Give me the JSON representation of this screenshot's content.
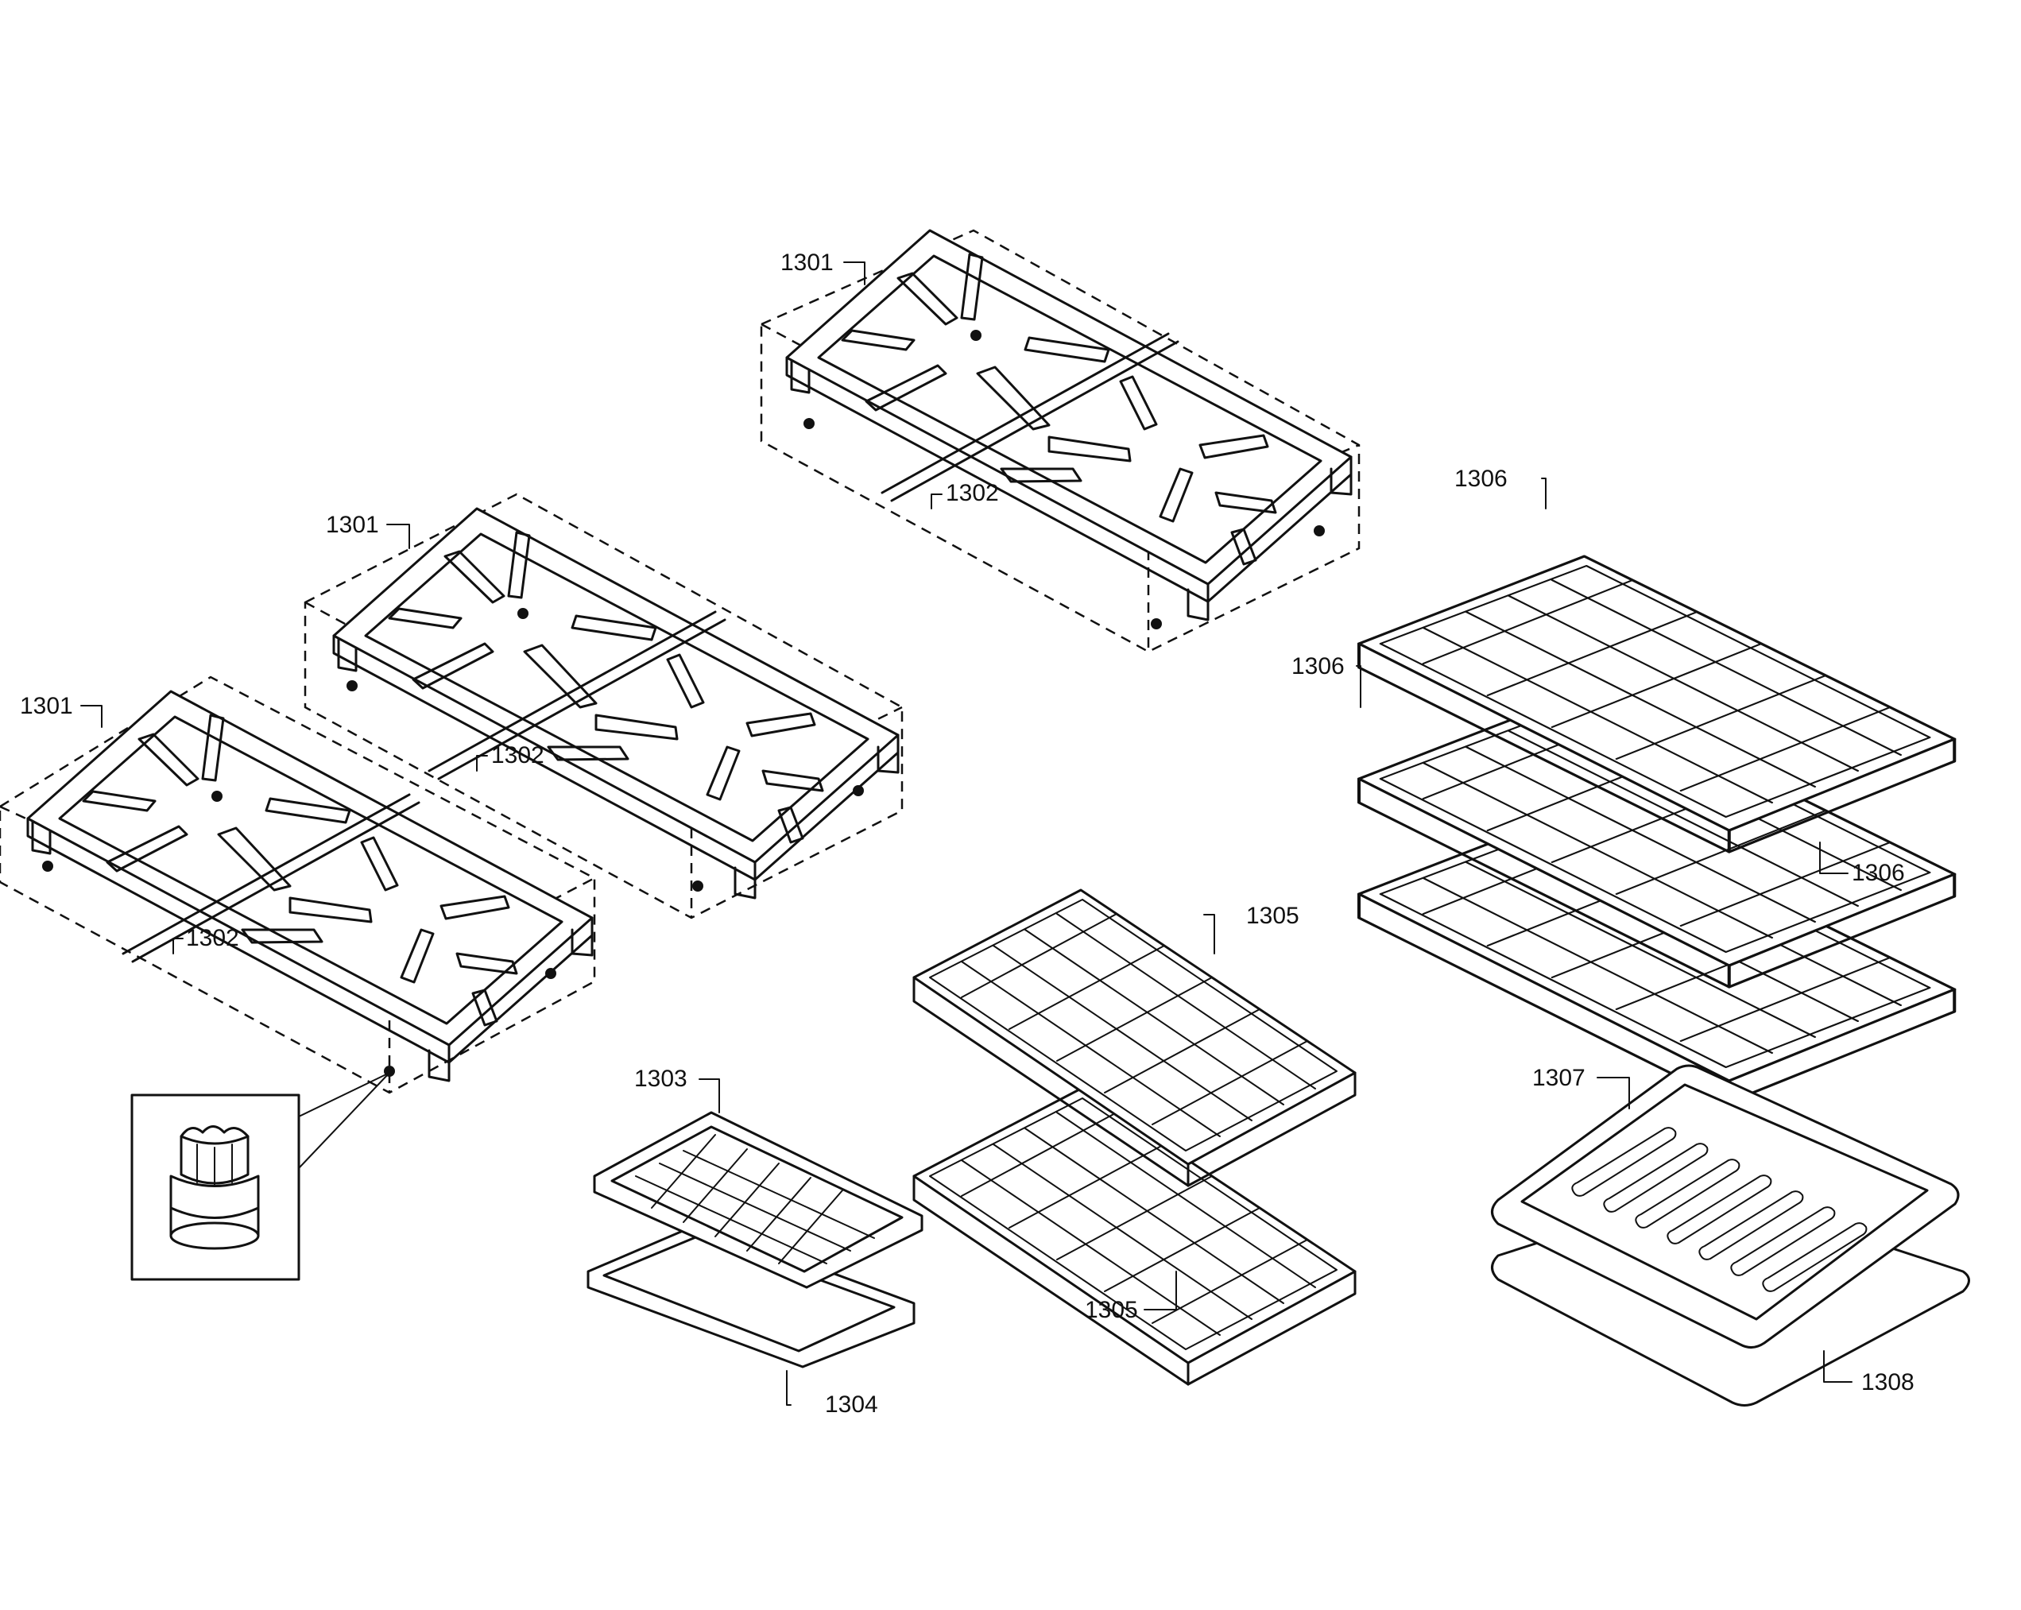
{
  "diagram": {
    "parts": {
      "grate_top": "1301",
      "grate_mid": "1301",
      "grate_left": "1301",
      "foot_top": "1302",
      "foot_mid": "1302",
      "foot_left": "1302",
      "broil_insert_small": "1303",
      "broil_pan_small": "1304",
      "rack_upper": "1305",
      "rack_lower": "1305",
      "telescopic_rack_top": "1306",
      "telescopic_rack_mid": "1306",
      "telescopic_rack_bottom": "1306",
      "broil_insert_large": "1307",
      "broil_pan_large": "1308"
    }
  }
}
